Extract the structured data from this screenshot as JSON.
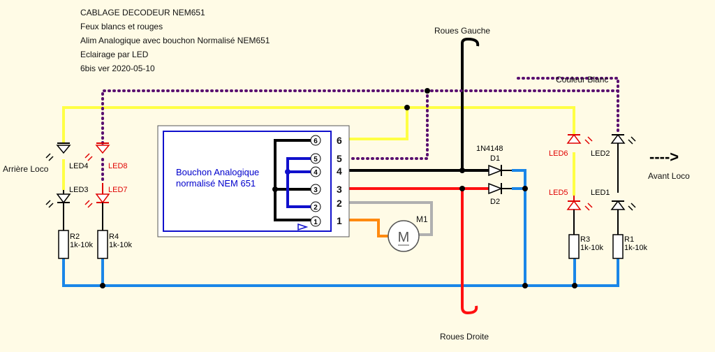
{
  "header": {
    "lines": [
      "CABLAGE DECODEUR NEM651",
      "Feux blancs et rouges",
      "Alim Analogique avec bouchon Normalisé NEM651",
      "Eclairage par LED",
      "6bis ver 2020-05-10"
    ]
  },
  "labels": {
    "roues_gauche": "Roues Gauche",
    "roues_droite": "Roues Droite",
    "couleur_blanc": "Couleur Blanc",
    "arriere_loco": "Arrière Loco",
    "avant_loco": "Avant Loco",
    "avant_arrow": "---->"
  },
  "plug": {
    "title_line1": "Bouchon Analogique",
    "title_line2": "normalisé NEM 651",
    "pins": [
      "6",
      "5",
      "4",
      "3",
      "2",
      "1"
    ],
    "outer_pins": [
      "6",
      "5",
      "4",
      "3",
      "2",
      "1"
    ]
  },
  "components": {
    "diode_type": "1N4148",
    "d1": "D1",
    "d2": "D2",
    "motor": "M1",
    "motor_symbol": "M",
    "led1": "LED1",
    "led2": "LED2",
    "led3": "LED3",
    "led4": "LED4",
    "led5": "LED5",
    "led6": "LED6",
    "led7": "LED7",
    "led8": "LED8",
    "r1": "R1",
    "r2": "R2",
    "r3": "R3",
    "r4": "R4",
    "r_value": "1k-10k"
  },
  "colors": {
    "background": "#fffbe6",
    "white_wire": "#5a1070",
    "yellow_wire": "#ffff44",
    "black_wire": "#000000",
    "red_wire": "#ff1010",
    "blue_wire": "#1a86e8",
    "grey_wire": "#b0b0b0",
    "orange_wire": "#ff8a10",
    "plug_border": "#1010cc",
    "red_led": "#e00000"
  }
}
